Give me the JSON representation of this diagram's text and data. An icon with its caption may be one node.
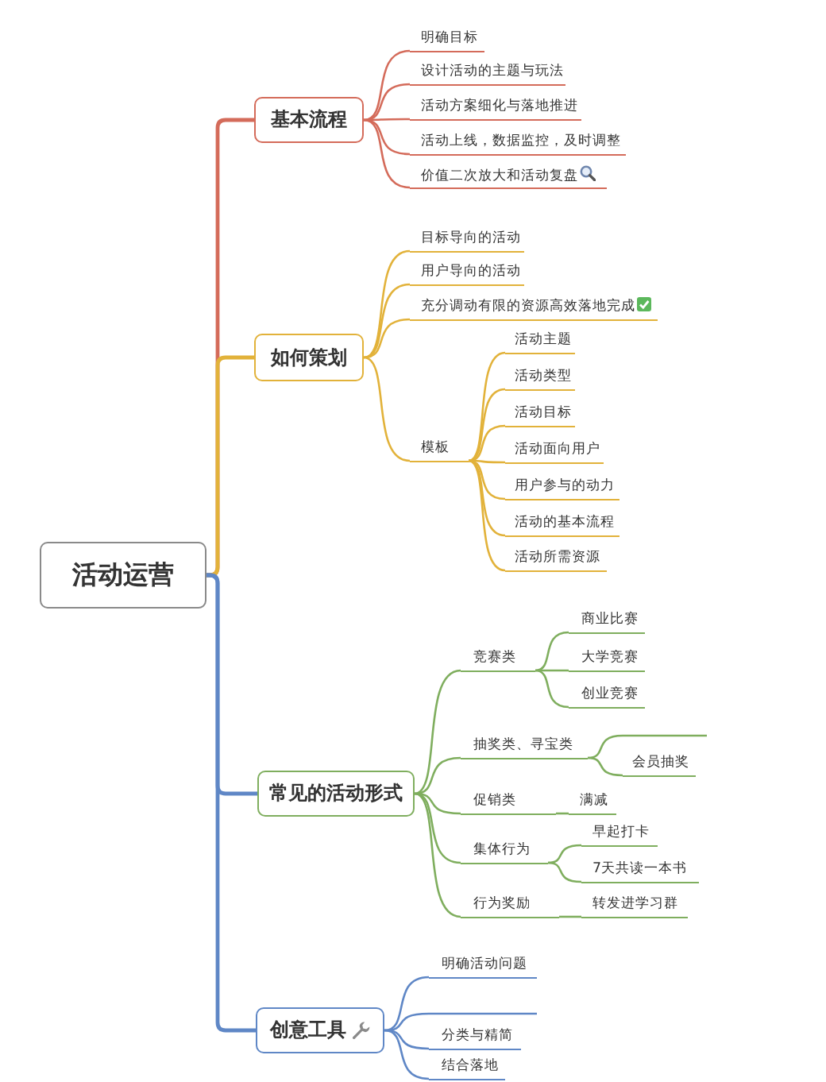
{
  "diagram": {
    "nodes": [
      {
        "text": [
          "活动运营"
        ]
      },
      {
        "text": [
          "基本流程"
        ]
      },
      {
        "text": [
          "明确目标"
        ]
      },
      {
        "text": [
          "设计活动的主题与玩法"
        ]
      },
      {
        "text": [
          "活动方案细化与落地推进"
        ]
      },
      {
        "text": [
          "活动上线，数据监控，及时调整"
        ]
      },
      {
        "text": [
          "价值二次放大和活动复盘"
        ]
      },
      {
        "text": [
          "如何策划"
        ]
      },
      {
        "text": [
          "目标导向的活动"
        ]
      },
      {
        "text": [
          "用户导向的活动"
        ]
      },
      {
        "text": [
          "充分调动有限的资源高效落地完成"
        ]
      },
      {
        "text": [
          "模板"
        ]
      },
      {
        "text": [
          "活动主题"
        ]
      },
      {
        "text": [
          "活动类型"
        ]
      },
      {
        "text": [
          "活动目标"
        ]
      },
      {
        "text": [
          "活动面向用户"
        ]
      },
      {
        "text": [
          "用户参与的动力"
        ]
      },
      {
        "text": [
          "活动的基本流程"
        ]
      },
      {
        "text": [
          "活动所需资源"
        ]
      },
      {
        "text": [
          "常见的活动形式"
        ]
      },
      {
        "text": [
          "竞赛类"
        ]
      },
      {
        "text": [
          "商业比赛"
        ]
      },
      {
        "text": [
          "大学竞赛"
        ]
      },
      {
        "text": [
          "创业竞赛"
        ]
      },
      {
        "text": [
          "抽奖类、寻宝类"
        ]
      },
      {
        "text": [
          "会员抽奖"
        ]
      },
      {
        "text": [
          "促销类"
        ]
      },
      {
        "text": [
          "满减"
        ]
      },
      {
        "text": [
          "集体行为"
        ]
      },
      {
        "text": [
          "早起打卡"
        ]
      },
      {
        "text": [
          "7天共读一本书"
        ]
      },
      {
        "text": [
          "行为奖励"
        ]
      },
      {
        "text": [
          "转发进学习群"
        ]
      },
      {
        "text": [
          "创意工具"
        ]
      },
      {
        "text": [
          "明确活动问题"
        ]
      },
      {
        "text": [
          "分类与精简"
        ]
      },
      {
        "text": [
          "结合落地"
        ]
      }
    ],
    "edges": [
      {
        "from": 0,
        "to": 1,
        "arrow": "none",
        "color": "#d46b5a"
      },
      {
        "from": 0,
        "to": 7,
        "arrow": "none",
        "color": "#e2b23a"
      },
      {
        "from": 0,
        "to": 19,
        "arrow": "none",
        "color": "#5f87c6"
      },
      {
        "from": 0,
        "to": 33,
        "arrow": "none",
        "color": "#5f87c6"
      },
      {
        "from": 1,
        "to": 2,
        "arrow": "none",
        "color": "#d46b5a"
      },
      {
        "from": 1,
        "to": 3,
        "arrow": "none",
        "color": "#d46b5a"
      },
      {
        "from": 1,
        "to": 4,
        "arrow": "none",
        "color": "#d46b5a"
      },
      {
        "from": 1,
        "to": 5,
        "arrow": "none",
        "color": "#d46b5a"
      },
      {
        "from": 1,
        "to": 6,
        "arrow": "none",
        "color": "#d46b5a"
      },
      {
        "from": 7,
        "to": 8,
        "arrow": "none",
        "color": "#e2b23a"
      },
      {
        "from": 7,
        "to": 9,
        "arrow": "none",
        "color": "#e2b23a"
      },
      {
        "from": 7,
        "to": 10,
        "arrow": "none",
        "color": "#e2b23a"
      },
      {
        "from": 7,
        "to": 11,
        "arrow": "none",
        "color": "#e2b23a"
      },
      {
        "from": 11,
        "to": 12,
        "arrow": "none",
        "color": "#e2b23a"
      },
      {
        "from": 11,
        "to": 13,
        "arrow": "none",
        "color": "#e2b23a"
      },
      {
        "from": 11,
        "to": 14,
        "arrow": "none",
        "color": "#e2b23a"
      },
      {
        "from": 11,
        "to": 15,
        "arrow": "none",
        "color": "#e2b23a"
      },
      {
        "from": 11,
        "to": 16,
        "arrow": "none",
        "color": "#e2b23a"
      },
      {
        "from": 11,
        "to": 17,
        "arrow": "none",
        "color": "#e2b23a"
      },
      {
        "from": 11,
        "to": 18,
        "arrow": "none",
        "color": "#e2b23a"
      },
      {
        "from": 19,
        "to": 20,
        "arrow": "none"
      },
      {
        "from": 20,
        "to": 21,
        "arrow": "none"
      },
      {
        "from": 20,
        "to": 22,
        "arrow": "none"
      },
      {
        "from": 20,
        "to": 23,
        "arrow": "none"
      },
      {
        "from": 19,
        "to": 24,
        "arrow": "none"
      },
      {
        "from": 24,
        "to": null,
        "arrow": "none"
      },
      {
        "from": 24,
        "to": 25,
        "arrow": "none"
      },
      {
        "from": 19,
        "to": 26,
        "arrow": "none"
      },
      {
        "from": 26,
        "to": 27,
        "arrow": "none"
      },
      {
        "from": 19,
        "to": 28,
        "arrow": "none"
      },
      {
        "from": 28,
        "to": 29,
        "arrow": "none"
      },
      {
        "from": 28,
        "to": 30,
        "arrow": "none"
      },
      {
        "from": 19,
        "to": 31,
        "arrow": "none"
      },
      {
        "from": 31,
        "to": 32,
        "arrow": "none"
      },
      {
        "from": 33,
        "to": 34,
        "arrow": "none",
        "color": "#5f87c6"
      },
      {
        "from": 33,
        "to": null,
        "arrow": "none",
        "color": "#5f87c6"
      },
      {
        "from": 33,
        "to": 35,
        "arrow": "none",
        "color": "#5f87c6"
      },
      {
        "from": 33,
        "to": 36,
        "arrow": "none",
        "color": "#5f87c6"
      }
    ]
  }
}
